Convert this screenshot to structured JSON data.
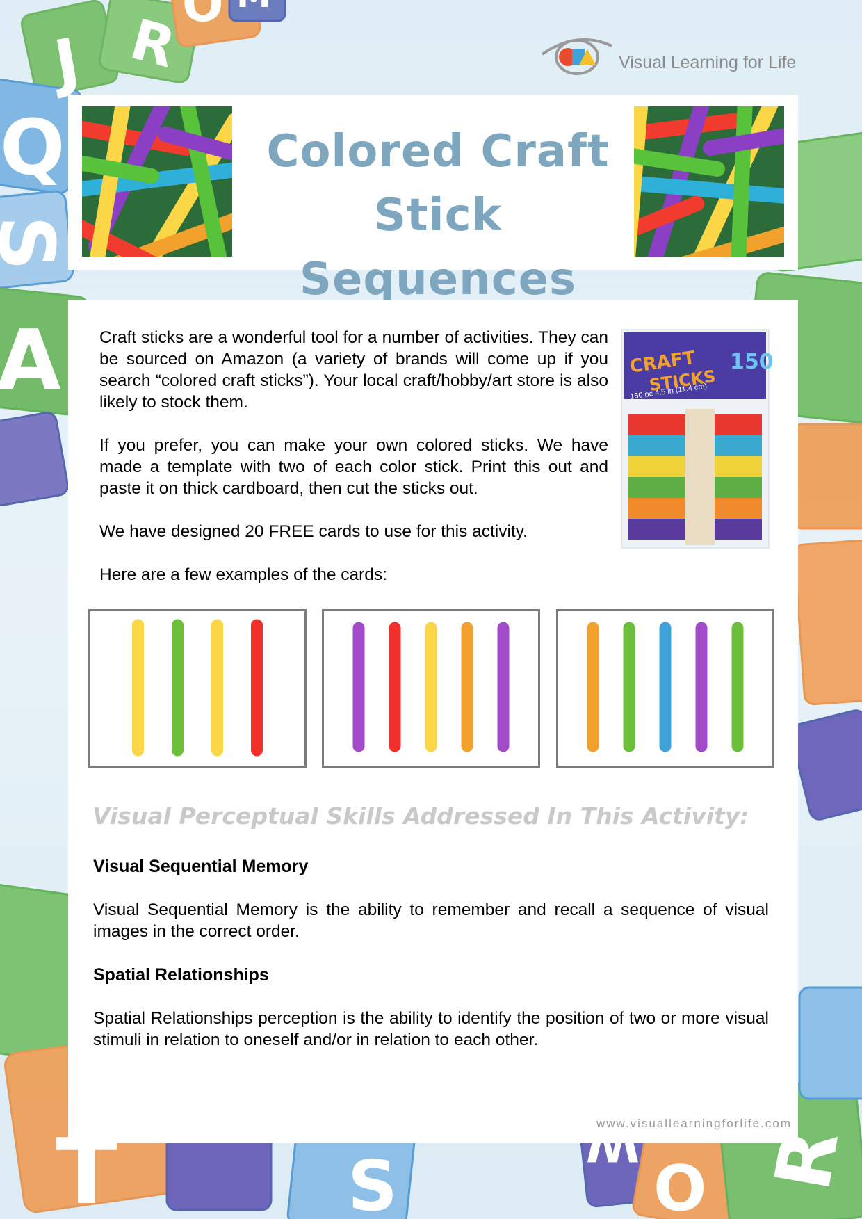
{
  "brand": {
    "name": "Visual Learning for Life",
    "url": "www.visuallearningforlife.com"
  },
  "header": {
    "title_line1": "Colored Craft",
    "title_line2": "Stick Sequences"
  },
  "intro": {
    "p1": "Craft sticks are a wonderful tool for a number of activities. They can be sourced on Amazon (a variety of brands will come up if you search “colored craft sticks”).   Your local craft/hobby/art store is also likely to stock them.",
    "p2": "If you prefer, you can make your own colored sticks.  We have made a template with two of each color stick.  Print this out and paste it on thick cardboard, then cut the sticks out.",
    "p3": "We have designed 20 FREE cards to use for this activity.",
    "p4": "Here are a few examples of the cards:"
  },
  "package": {
    "title_line1": "CRAFT",
    "title_line2": "STICKS",
    "count": "150",
    "subtitle": "150 pc 4.5 in (11.4 cm)"
  },
  "example_cards": [
    {
      "sticks": [
        "#fbd646",
        "#6cbf3a",
        "#fbd646",
        "#f0302a"
      ]
    },
    {
      "sticks": [
        "#a24bc9",
        "#f0302a",
        "#fbd646",
        "#f2a12c",
        "#a24bc9"
      ]
    },
    {
      "sticks": [
        "#f2a12c",
        "#6cbf3a",
        "#3fa3da",
        "#a24bc9",
        "#6cbf3a"
      ]
    }
  ],
  "skills": {
    "heading": "Visual Perceptual Skills Addressed In This Activity:",
    "items": [
      {
        "title": "Visual Sequential Memory",
        "text": "Visual Sequential Memory is the ability to remember and recall a sequence of visual images in the correct order."
      },
      {
        "title": "Spatial Relationships",
        "text": "Spatial Relationships perception is the ability to identify the position of two or more visual stimuli in relation to oneself and/or in relation to each other."
      }
    ]
  },
  "decor_letters": [
    "J",
    "R",
    "O",
    "M",
    "Q",
    "S",
    "A",
    "T",
    "S",
    "O",
    "R",
    "W"
  ],
  "colors": {
    "title": "#7fa6bf",
    "card_border": "#7b7b7b",
    "skills_heading": "#c9c9c9"
  }
}
